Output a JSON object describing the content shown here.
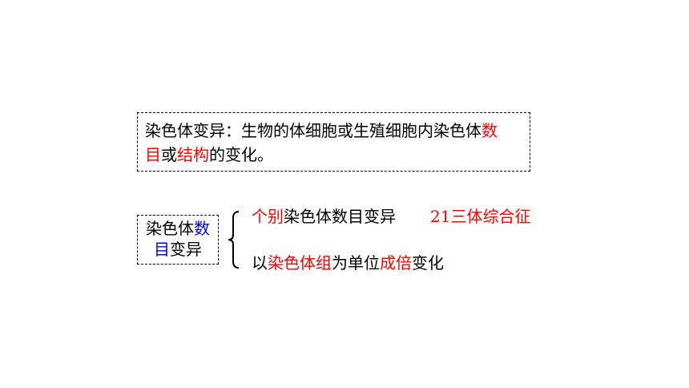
{
  "definition": {
    "line1_black": "染色体变异：生物的体细胞或生殖细胞内染色体",
    "line1_red": "数",
    "line2_red_a": "目",
    "line2_black_a": "或",
    "line2_red_b": "结构",
    "line2_black_b": "的变化。"
  },
  "type_box": {
    "line1_black": "染色体",
    "line1_blue": "数",
    "line2_blue": "目",
    "line2_black": "变异"
  },
  "branches": {
    "item1_red": "个别",
    "item1_black": "染色体数目变异",
    "item1_example": "21三体综合征",
    "item2_black_a": "以",
    "item2_red_a": "染色体组",
    "item2_black_b": "为单位",
    "item2_red_b": "成倍",
    "item2_black_c": "变化"
  },
  "colors": {
    "highlight_red": "#ff0000",
    "highlight_blue": "#0000ff",
    "text": "#000000"
  }
}
